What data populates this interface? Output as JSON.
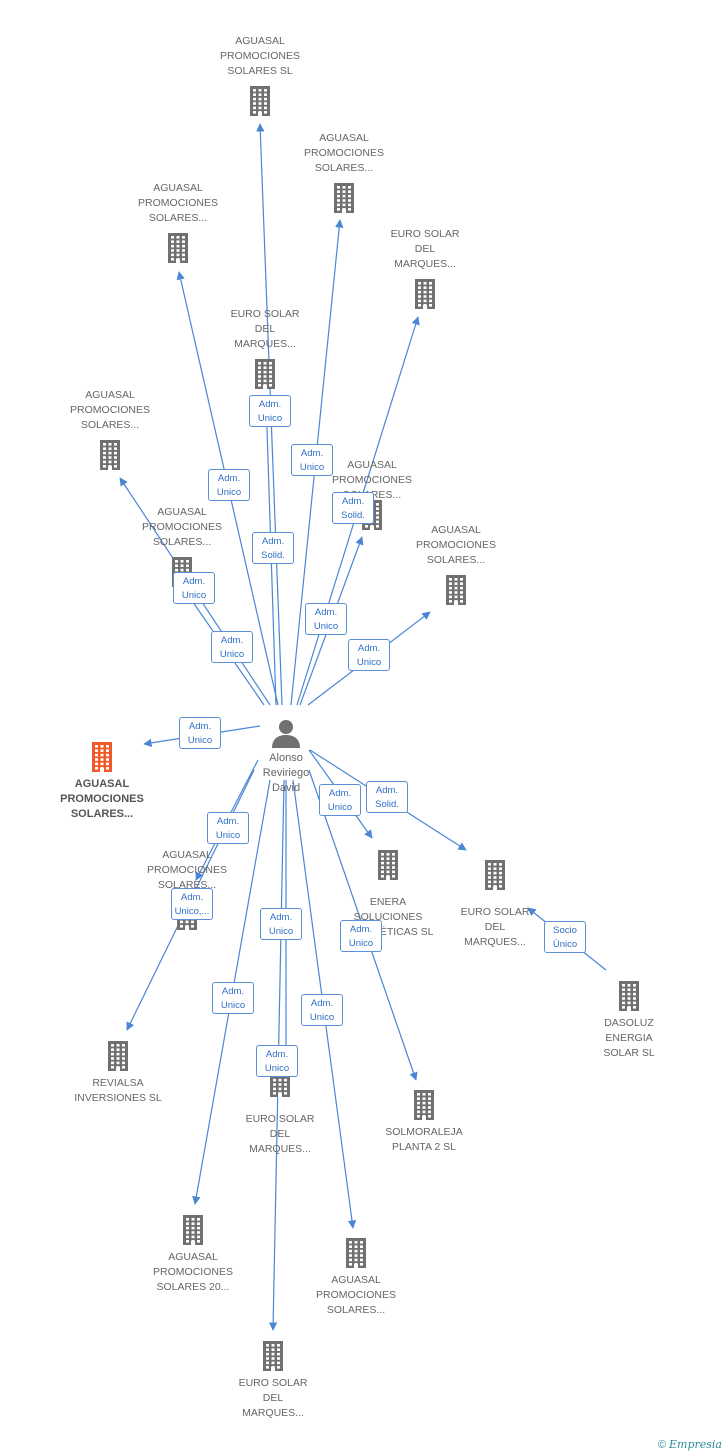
{
  "colors": {
    "edge": "#4a86d4",
    "building": "#707070",
    "focus": "#f05a28",
    "badge_border": "#5b8fd6",
    "badge_text": "#2f6fc7"
  },
  "center": {
    "name": "Alonso\nReviriego\nDavid",
    "icon": "person-icon"
  },
  "nodes": [
    {
      "id": "n1",
      "label": "AGUASAL\nPROMOCIONES\nSOLARES SL",
      "icon": "building-icon"
    },
    {
      "id": "n2",
      "label": "AGUASAL\nPROMOCIONES\nSOLARES...",
      "icon": "building-icon"
    },
    {
      "id": "n3",
      "label": "AGUASAL\nPROMOCIONES\nSOLARES...",
      "icon": "building-icon"
    },
    {
      "id": "n4",
      "label": "EURO SOLAR\nDEL\nMARQUES...",
      "icon": "building-icon"
    },
    {
      "id": "n5",
      "label": "EURO SOLAR\nDEL\nMARQUES...",
      "icon": "building-icon"
    },
    {
      "id": "n6",
      "label": "AGUASAL\nPROMOCIONES\nSOLARES...",
      "icon": "building-icon"
    },
    {
      "id": "n7",
      "label": "AGUASAL\nPROMOCIONES\nSOLARES...",
      "icon": "building-icon"
    },
    {
      "id": "n8",
      "label": "AGUASAL\nPROMOCIONES\nSOLARES...",
      "icon": "building-icon"
    },
    {
      "id": "n9",
      "label": "AGUASAL\nPROMOCIONES\nSOLARES...",
      "icon": "building-icon"
    },
    {
      "id": "n10",
      "label": "AGUASAL\nPROMOCIONES\nSOLARES...",
      "icon": "building-icon",
      "focus": true
    },
    {
      "id": "n11",
      "label": "ENERA\nSOLUCIONES\nENERGÉTICAS SL",
      "icon": "building-icon"
    },
    {
      "id": "n12",
      "label": "EURO SOLAR\nDEL\nMARQUES...",
      "icon": "building-icon"
    },
    {
      "id": "n13",
      "label": "AGUASAL\nPROMOCIONES\nSOLARES...",
      "icon": "building-icon"
    },
    {
      "id": "n14",
      "label": "DASOLUZ\nENERGIA\nSOLAR SL",
      "icon": "building-icon"
    },
    {
      "id": "n15",
      "label": "REVIALSA\nINVERSIONES SL",
      "icon": "building-icon"
    },
    {
      "id": "n16",
      "label": "EURO SOLAR\nDEL\nMARQUES...",
      "icon": "building-icon"
    },
    {
      "id": "n17",
      "label": "SOLMORALEJA\nPLANTA 2 SL",
      "icon": "building-icon"
    },
    {
      "id": "n18",
      "label": "AGUASAL\nPROMOCIONES\nSOLARES 20...",
      "icon": "building-icon"
    },
    {
      "id": "n19",
      "label": "AGUASAL\nPROMOCIONES\nSOLARES...",
      "icon": "building-icon"
    },
    {
      "id": "n20",
      "label": "EURO SOLAR\nDEL\nMARQUES...",
      "icon": "building-icon"
    }
  ],
  "badges": [
    {
      "id": "b1",
      "text": "Adm.\nUnico"
    },
    {
      "id": "b2",
      "text": "Adm.\nUnico"
    },
    {
      "id": "b3",
      "text": "Adm.\nUnico"
    },
    {
      "id": "b4",
      "text": "Adm.\nSolid."
    },
    {
      "id": "b5",
      "text": "Adm.\nSolid."
    },
    {
      "id": "b6",
      "text": "Adm.\nUnico"
    },
    {
      "id": "b7",
      "text": "Adm.\nUnico"
    },
    {
      "id": "b8",
      "text": "Adm.\nUnico"
    },
    {
      "id": "b9",
      "text": "Adm.\nUnico"
    },
    {
      "id": "b10",
      "text": "Adm.\nUnico"
    },
    {
      "id": "b11",
      "text": "Adm.\nUnico"
    },
    {
      "id": "b12",
      "text": "Adm.\nSolid."
    },
    {
      "id": "b13",
      "text": "Adm.\nUnico"
    },
    {
      "id": "b14",
      "text": "Adm.\nUnico,..."
    },
    {
      "id": "b15",
      "text": "Adm.\nUnico"
    },
    {
      "id": "b16",
      "text": "Adm.\nUnico"
    },
    {
      "id": "b17",
      "text": "Adm.\nUnico"
    },
    {
      "id": "b18",
      "text": "Adm.\nUnico"
    },
    {
      "id": "b19",
      "text": "Adm.\nUnico"
    },
    {
      "id": "b20",
      "text": "Socio\nÚnico"
    }
  ],
  "footer": {
    "copyright": "©",
    "brand": "Empresia"
  }
}
